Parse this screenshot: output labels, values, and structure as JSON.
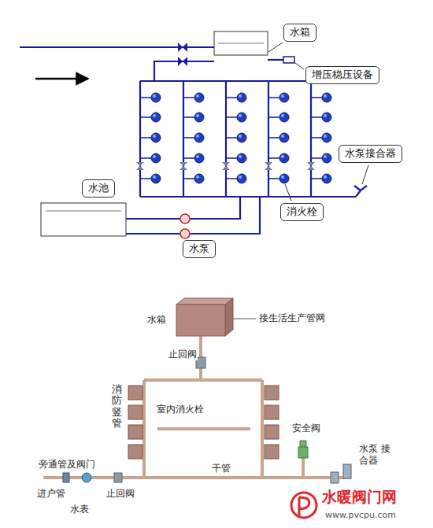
{
  "diagram": {
    "nodes": [
      {
        "text": [
          "水箱"
        ]
      },
      {
        "text": [
          "增压稳压设备"
        ]
      },
      {
        "text": [
          "水泵接合器"
        ]
      },
      {
        "text": [
          "水池"
        ]
      },
      {
        "text": [
          "消火栓"
        ]
      },
      {
        "text": [
          "水泵"
        ]
      }
    ],
    "labels": [
      "水箱",
      "接生活生产管网",
      "止回阀",
      "消防竖管",
      "室内消火栓",
      "安全阀",
      "水泵 接合器",
      "旁通管及阀门",
      "干管",
      "进户管",
      "水表",
      "止回阀",
      "水暖阀门网",
      "www.pvcpu.com"
    ]
  }
}
